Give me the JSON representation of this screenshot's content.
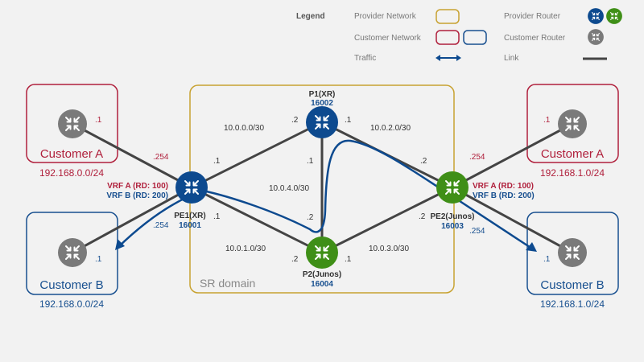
{
  "legend": {
    "title": "Legend",
    "provider_network": "Provider Network",
    "customer_network": "Customer Network",
    "traffic": "Traffic",
    "provider_router": "Provider Router",
    "customer_router": "Customer Router",
    "link": "Link"
  },
  "colors": {
    "provider_blue": "#0d4a8f",
    "provider_green": "#3f8f17",
    "customer_gray": "#7a7a7a",
    "customer_red": "#b0203c",
    "customer_blue": "#174f8f",
    "provider_border": "#c8a231",
    "link": "#444444",
    "traffic": "#0d4a8f"
  },
  "sr_domain": "SR domain",
  "customers": {
    "a_left": {
      "name": "Customer A",
      "subnet": "192.168.0.0/24",
      "host": ".1",
      "pe_side": ".254"
    },
    "b_left": {
      "name": "Customer B",
      "subnet": "192.168.0.0/24",
      "host": ".1",
      "pe_side": ".254"
    },
    "a_right": {
      "name": "Customer A",
      "subnet": "192.168.1.0/24",
      "host": ".1",
      "pe_side": ".254"
    },
    "b_right": {
      "name": "Customer B",
      "subnet": "192.168.1.0/24",
      "host": ".1",
      "pe_side": ".254"
    }
  },
  "routers": {
    "pe1": {
      "name": "PE1(XR)",
      "sid": "16001",
      "vrf_a": "VRF A (RD: 100)",
      "vrf_b": "VRF B (RD: 200)"
    },
    "pe2": {
      "name": "PE2(Junos)",
      "sid": "16003",
      "vrf_a": "VRF A (RD: 100)",
      "vrf_b": "VRF B (RD: 200)"
    },
    "p1": {
      "name": "P1(XR)",
      "sid": "16002"
    },
    "p2": {
      "name": "P2(Junos)",
      "sid": "16004"
    }
  },
  "links": {
    "pe1_p1": {
      "subnet": "10.0.0.0/30",
      "pe1_end": ".1",
      "p1_end": ".2"
    },
    "p1_pe2": {
      "subnet": "10.0.2.0/30",
      "p1_end": ".1",
      "pe2_end": ".2"
    },
    "pe1_p2": {
      "subnet": "10.0.1.0/30",
      "pe1_end": ".1",
      "p2_end": ".2"
    },
    "p2_pe2": {
      "subnet": "10.0.3.0/30",
      "p2_end": ".1",
      "pe2_end": ".2"
    },
    "p1_p2": {
      "subnet": "10.0.4.0/30",
      "p1_end": ".1",
      "p2_end": ".2"
    }
  }
}
